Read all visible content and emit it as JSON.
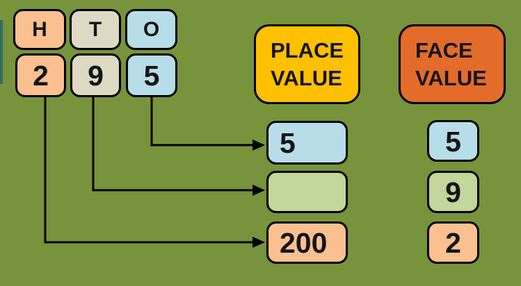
{
  "palette": {
    "background": "#77933C",
    "peach": "#FAC090",
    "beige": "#DDD9C3",
    "blue": "#B7DDE8",
    "green": "#C3D69B",
    "gold": "#FFC000",
    "orange": "#E36C2A",
    "teal_strip": "#2E7168",
    "line": "#000000"
  },
  "digit_columns": [
    {
      "letter": "H",
      "digit": "2"
    },
    {
      "letter": "T",
      "digit": "9"
    },
    {
      "letter": "O",
      "digit": "5"
    }
  ],
  "headers": {
    "place": {
      "line1": "PLACE",
      "line2": "VALUE"
    },
    "face": {
      "line1": "FACE",
      "line2": "VALUE"
    }
  },
  "place_value_boxes": [
    {
      "value": "5"
    },
    {
      "value": ""
    },
    {
      "value": "200"
    }
  ],
  "face_value_boxes": [
    {
      "value": "5"
    },
    {
      "value": "9"
    },
    {
      "value": "2"
    }
  ]
}
